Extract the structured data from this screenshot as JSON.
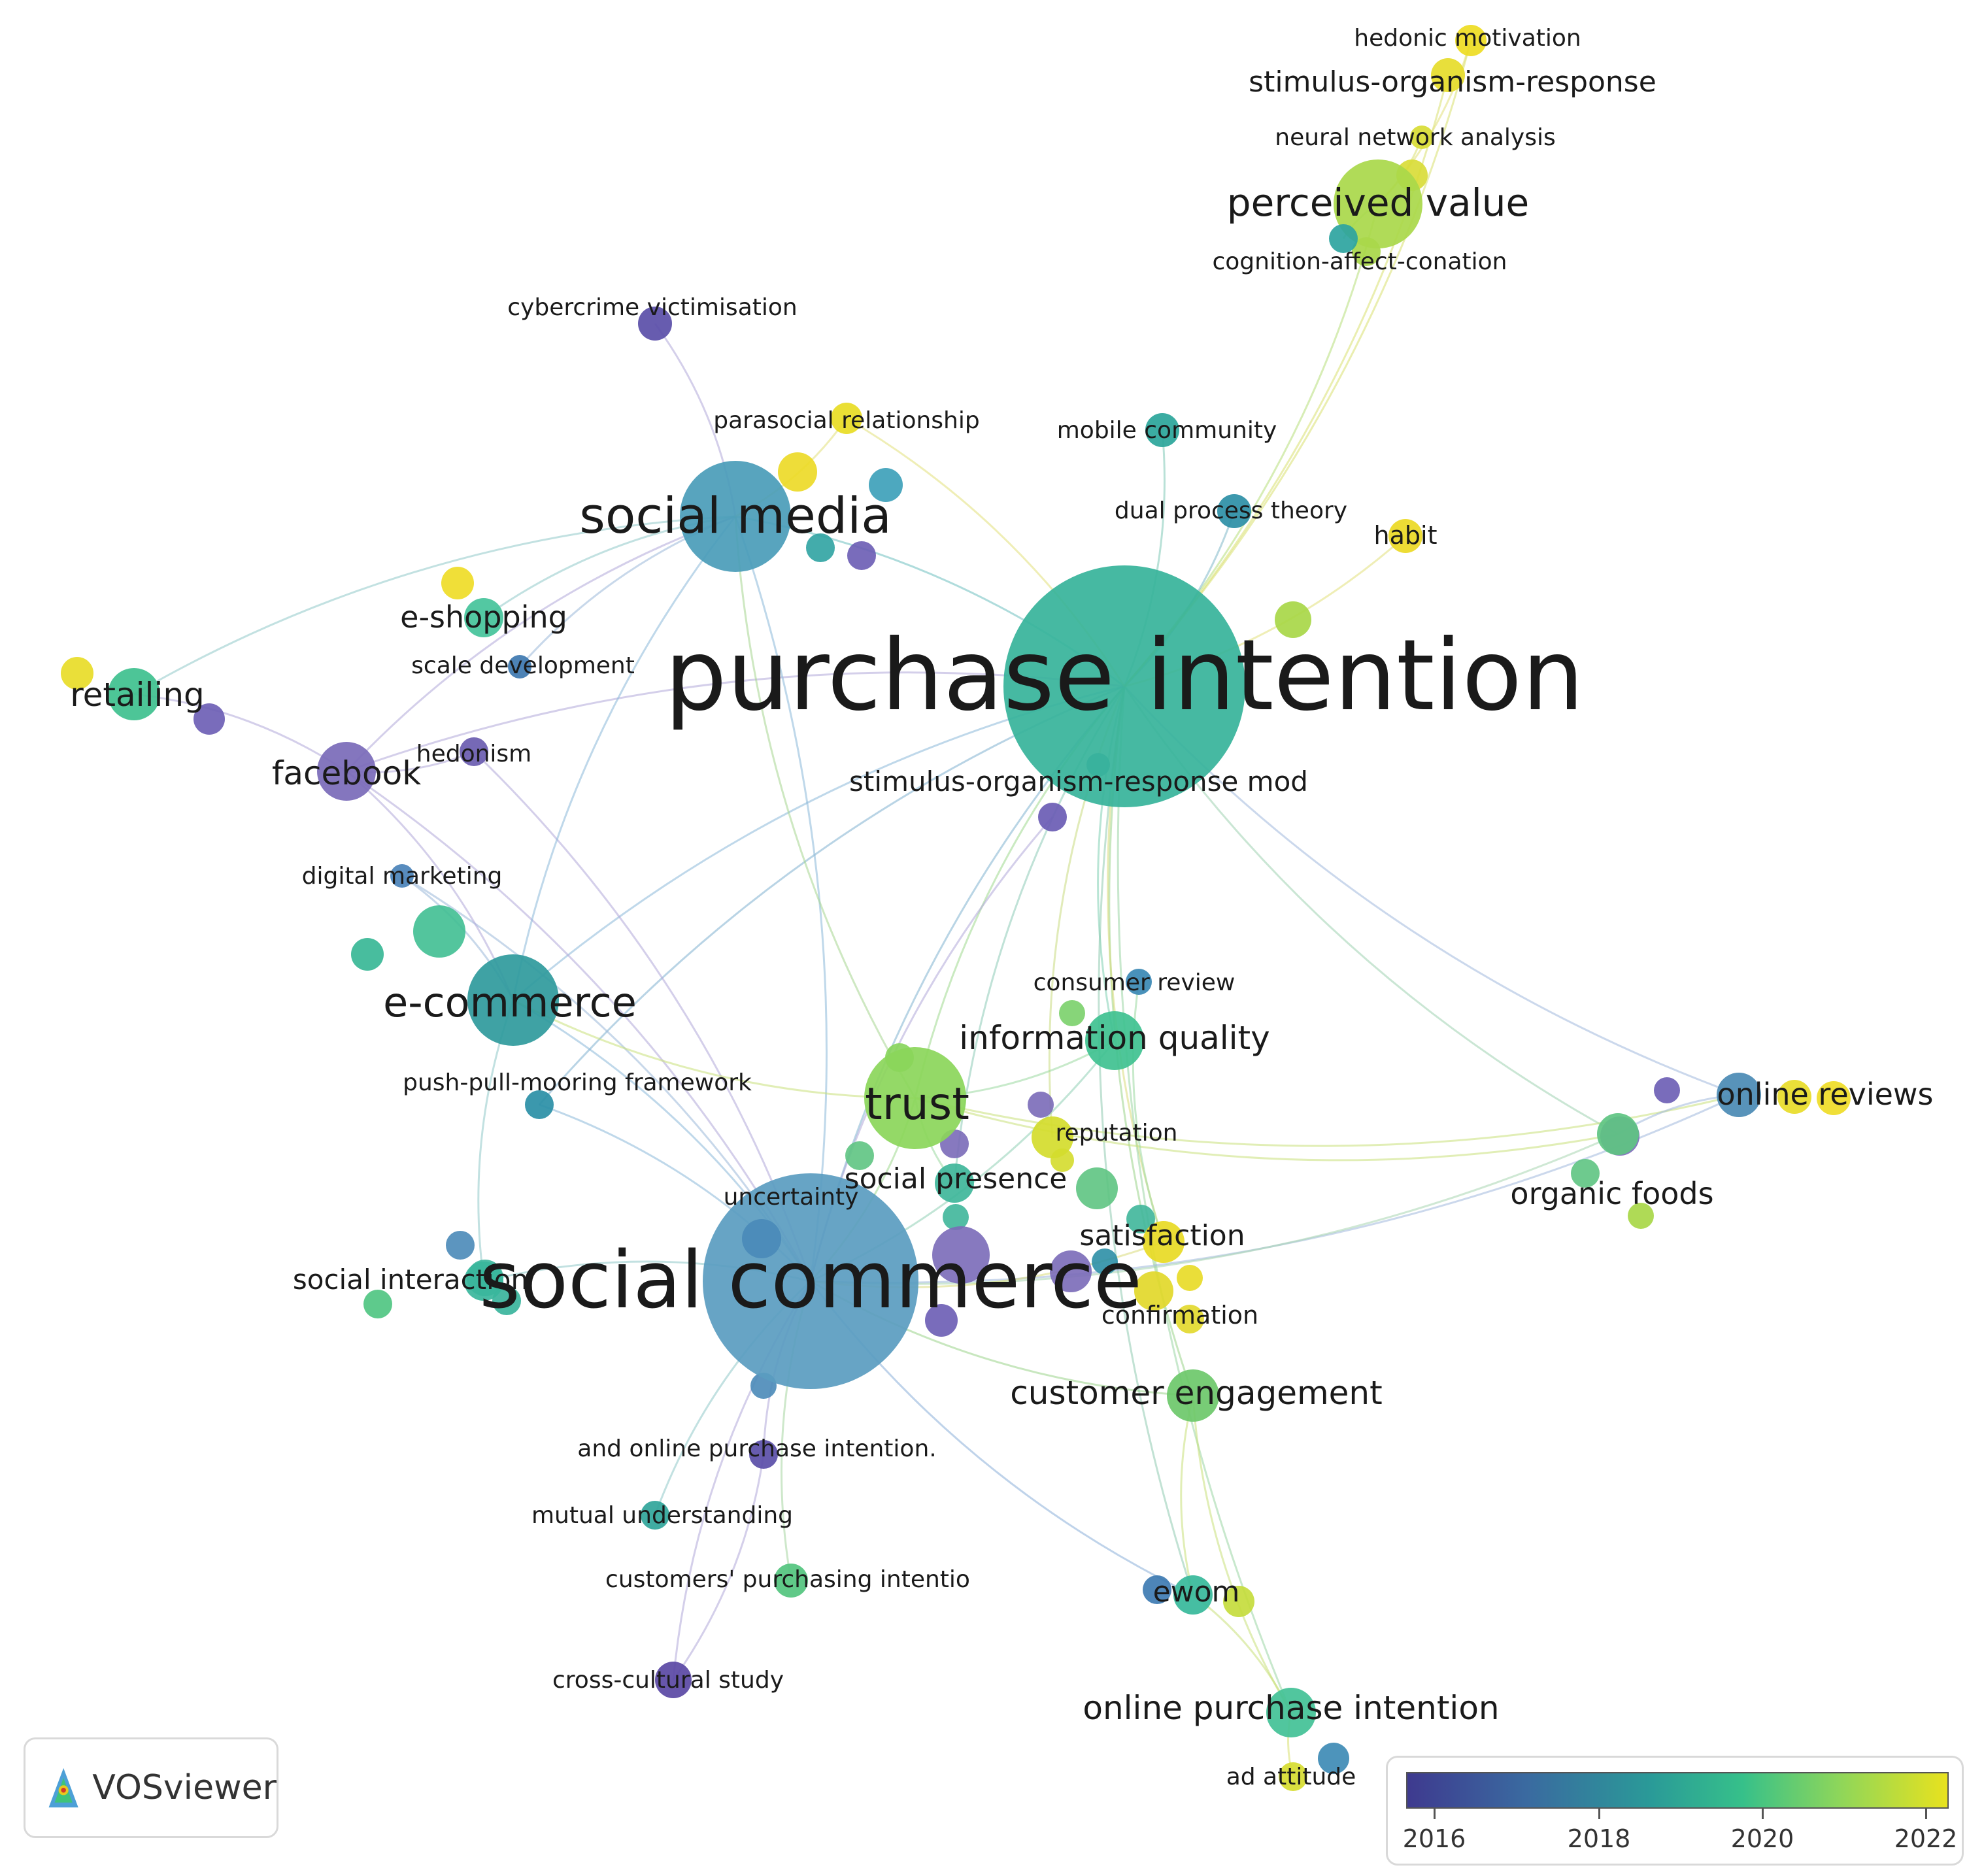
{
  "nodes": [
    {
      "id": "purchase_intention",
      "label": "purchase intention",
      "color": "#36b39a"
    },
    {
      "id": "social_commerce",
      "label": "social commerce",
      "color": "#5a9cc0"
    },
    {
      "id": "social_media",
      "label": "social media",
      "color": "#4a9cb8"
    },
    {
      "id": "trust",
      "label": "trust",
      "color": "#8bd65a"
    },
    {
      "id": "e_commerce",
      "label": "e-commerce",
      "color": "#2f9a9c"
    },
    {
      "id": "facebook",
      "label": "facebook",
      "color": "#7a6ab8"
    },
    {
      "id": "retailing",
      "label": "retailing",
      "color": "#3ec08e"
    },
    {
      "id": "e_shopping",
      "label": "e-shopping",
      "color": "#44c39a"
    },
    {
      "id": "scale_development",
      "label": "scale development",
      "color": "#3e78b0"
    },
    {
      "id": "hedonism",
      "label": "hedonism",
      "color": "#6a5cb0"
    },
    {
      "id": "digital_marketing",
      "label": "digital marketing",
      "color": "#4a82b8"
    },
    {
      "id": "cybercrime_victimisation",
      "label": "cybercrime victimisation",
      "color": "#5a4ea8"
    },
    {
      "id": "parasocial_relationship",
      "label": "parasocial relationship",
      "color": "#e8dc24"
    },
    {
      "id": "perceived_value",
      "label": "perceived value",
      "color": "#a9d84a"
    },
    {
      "id": "hedonic_motivation",
      "label": "hedonic motivation",
      "color": "#eedc22"
    },
    {
      "id": "stimulus_organism_response",
      "label": "stimulus-organism-response",
      "color": "#e6dc2a"
    },
    {
      "id": "neural_network_analysis",
      "label": "neural network analysis",
      "color": "#d8dc34"
    },
    {
      "id": "cognition_affect_conation",
      "label": "cognition-affect-conation",
      "color": "#2ca4a0"
    },
    {
      "id": "mobile_community",
      "label": "mobile community",
      "color": "#2aa59a"
    },
    {
      "id": "dual_process_theory",
      "label": "dual process theory",
      "color": "#2c8fa6"
    },
    {
      "id": "habit",
      "label": "habit",
      "color": "#ecd924"
    },
    {
      "id": "sor_mod",
      "label": "stimulus-organism-response mod",
      "color": "#6a5cb4"
    },
    {
      "id": "consumer_review",
      "label": "consumer review",
      "color": "#3a88b4"
    },
    {
      "id": "information_quality",
      "label": "information quality",
      "color": "#3fc190"
    },
    {
      "id": "push_pull",
      "label": "push-pull-mooring framework",
      "color": "#2a8fa6"
    },
    {
      "id": "reputation",
      "label": "reputation",
      "color": "#d4dc2c"
    },
    {
      "id": "uncertainty",
      "label": "uncertainty",
      "color": "#4a8ab8"
    },
    {
      "id": "social_presence",
      "label": "social presence",
      "color": "#3fb69a"
    },
    {
      "id": "satisfaction",
      "label": "satisfaction",
      "color": "#e8da24"
    },
    {
      "id": "confirmation",
      "label": "confirmation",
      "color": "#e2d82a"
    },
    {
      "id": "social_interaction",
      "label": "social interaction",
      "color": "#3ab69c"
    },
    {
      "id": "customer_engagement",
      "label": "customer engagement",
      "color": "#6cc86a"
    },
    {
      "id": "and_online_purchase",
      "label": "and online purchase intention.",
      "color": "#5a4ea8"
    },
    {
      "id": "mutual_understanding",
      "label": "mutual understanding",
      "color": "#30a59a"
    },
    {
      "id": "customers_purchasing",
      "label": "customers' purchasing intentio",
      "color": "#52c47e"
    },
    {
      "id": "cross_cultural",
      "label": "cross-cultural study",
      "color": "#5a48a4"
    },
    {
      "id": "ewom",
      "label": "ewom",
      "color": "#36b89a"
    },
    {
      "id": "online_purchase_intention",
      "label": "online purchase intention",
      "color": "#42c196"
    },
    {
      "id": "ad_attitude",
      "label": "ad attitude",
      "color": "#d6dc30"
    },
    {
      "id": "online_reviews",
      "label": "online reviews",
      "color": "#4a8ab4"
    },
    {
      "id": "organic_foods",
      "label": "organic foods",
      "color": "#5ec482"
    }
  ],
  "logo": {
    "text": "VOSviewer"
  },
  "legend": {
    "ticks": [
      "2016",
      "2018",
      "2020",
      "2022"
    ],
    "colors": [
      "#3e3a8f",
      "#2a9a98",
      "#36c08a",
      "#e8e21e"
    ]
  }
}
